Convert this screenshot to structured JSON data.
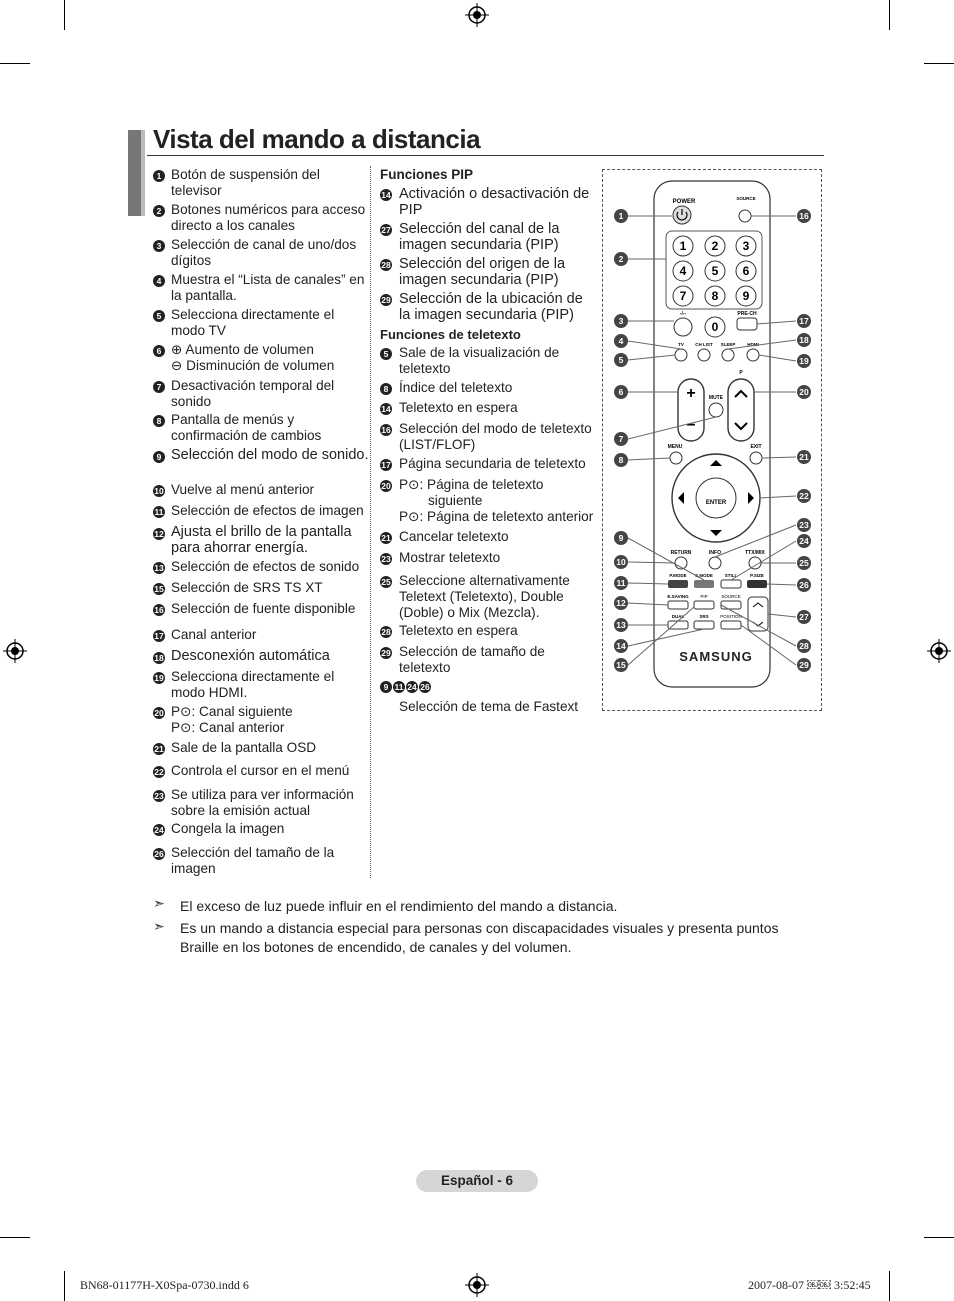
{
  "title": "Vista del mando a distancia",
  "left_items": [
    {
      "n": "1",
      "text": "Botón de suspensión del televisor"
    },
    {
      "n": "2",
      "text": "Botones numéricos para acceso directo a los canales"
    },
    {
      "n": "3",
      "text": "Selección de canal de uno/dos dígitos"
    },
    {
      "n": "4",
      "text": "Muestra el “Lista de canales” en la pantalla."
    },
    {
      "n": "5",
      "text": "Selecciona directamente el modo TV"
    },
    {
      "n": "6",
      "line1": "⊕ Aumento de volumen",
      "line2": "⊖ Disminución de volumen"
    },
    {
      "n": "7",
      "text": "Desactivación temporal del sonido"
    },
    {
      "n": "8",
      "text": "Pantalla de menús y confirmación de cambios"
    },
    {
      "n": "9",
      "text": "Selección del modo de sonido."
    },
    {
      "n": "10",
      "text": "Vuelve al menú anterior"
    },
    {
      "n": "11",
      "text": "Selección de efectos de imagen"
    },
    {
      "n": "12",
      "text": "Ajusta el brillo de la pantalla para ahorrar energía."
    },
    {
      "n": "13",
      "text": "Selección de efectos de sonido"
    },
    {
      "n": "15",
      "text": "Selección de SRS TS XT"
    },
    {
      "n": "16",
      "text": "Selección de fuente disponible"
    },
    {
      "n": "17",
      "text": "Canal anterior"
    },
    {
      "n": "18",
      "text": "Desconexión automática"
    },
    {
      "n": "19",
      "text": "Selecciona directamente el modo HDMI."
    },
    {
      "n": "20",
      "line1": "P⊙: Canal siguiente",
      "line2": "P⊙: Canal anterior"
    },
    {
      "n": "21",
      "text": "Sale de la pantalla OSD"
    },
    {
      "n": "22",
      "text": "Controla el cursor en el menú"
    },
    {
      "n": "23",
      "text": "Se utiliza para ver información sobre la emisión actual"
    },
    {
      "n": "24",
      "text": "Congela la imagen"
    },
    {
      "n": "26",
      "text": "Selección del tamaño de la imagen"
    }
  ],
  "pip_heading": "Funciones PIP",
  "pip_items": [
    {
      "n": "14",
      "text": "Activación o desactivación de PIP"
    },
    {
      "n": "27",
      "text": "Selección del canal de la imagen secundaria (PIP)"
    },
    {
      "n": "28",
      "text": "Selección del origen de la imagen secundaria (PIP)"
    },
    {
      "n": "29",
      "text": "Selección de la ubicación de la imagen secundaria (PIP)"
    }
  ],
  "teletext_heading": "Funciones de teletexto",
  "teletext_items": [
    {
      "n": "5",
      "text": "Sale de la visualización de teletexto"
    },
    {
      "n": "8",
      "text": "Índice del teletexto"
    },
    {
      "n": "14",
      "text": "Teletexto en espera"
    },
    {
      "n": "16",
      "text": "Selección del modo de teletexto (LIST/FLOF)"
    },
    {
      "n": "17",
      "text": "Página secundaria de teletexto"
    },
    {
      "n": "20",
      "line1": "P⊙: Página de teletexto",
      "line1b": "siguiente",
      "line2": "P⊙: Página de teletexto anterior"
    },
    {
      "n": "21",
      "text": "Cancelar teletexto"
    },
    {
      "n": "23",
      "text": "Mostrar teletexto"
    },
    {
      "n": "25",
      "text": "Seleccione alternativamente Teletext (Teletexto), Double (Doble) o Mix (Mezcla)."
    },
    {
      "n": "28",
      "text": "Teletexto en espera"
    },
    {
      "n": "29",
      "text": "Selección de tamaño de teletexto"
    }
  ],
  "fastext_nums": [
    "9",
    "11",
    "24",
    "26"
  ],
  "fastext_text": "Selección de tema de Fastext",
  "remote": {
    "buttons": {
      "power": "POWER",
      "source": "SOURCE",
      "prech": "PRE-CH",
      "dash": "-/--",
      "tv": "TV",
      "chlist": "CH LIST",
      "sleep": "SLEEP",
      "hdmi": "HDMI",
      "mute": "MUTE",
      "menu": "MENU",
      "exit": "EXIT",
      "enter": "ENTER",
      "return": "RETURN",
      "info": "INFO",
      "ttxmix": "TTX/MIX",
      "pmode": "P.MODE",
      "smode": "S.MODE",
      "still": "STILL",
      "psize": "P.SIZE",
      "esaving": "E.SAVING",
      "pip": "PIP",
      "source2": "SOURCE",
      "dual": "DUAL",
      "srs": "SRS",
      "position": "POSITION",
      "p": "P",
      "brand": "SAMSUNG"
    },
    "digits": [
      "1",
      "2",
      "3",
      "4",
      "5",
      "6",
      "7",
      "8",
      "9",
      "0"
    ],
    "callouts_left": [
      "1",
      "2",
      "3",
      "4",
      "5",
      "6",
      "7",
      "8",
      "9",
      "10",
      "11",
      "12",
      "13",
      "14",
      "15"
    ],
    "callouts_right": [
      "16",
      "17",
      "18",
      "19",
      "20",
      "21",
      "22",
      "23",
      "24",
      "25",
      "26",
      "27",
      "28",
      "29"
    ]
  },
  "notes": [
    "El exceso de luz puede influir en el rendimiento del mando a distancia.",
    "Es un mando a distancia especial para personas con discapacidades visuales y presenta puntos Braille en los botones de encendido, de canales y del volumen."
  ],
  "page_label": "Español - 6",
  "footer_left": "BN68-01177H-X0Spa-0730.indd   6",
  "footer_right": "2007-08-07   ￼￼ 3:52:45"
}
